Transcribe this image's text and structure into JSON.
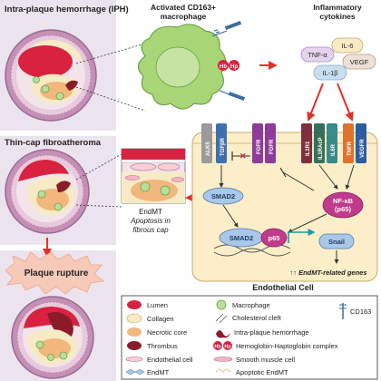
{
  "panels": {
    "iph_title": "Intra-plaque hemorrhage (IPH)",
    "tcfa_title": "Thin-cap fibroatheroma",
    "rupture_title": "Plaque rupture"
  },
  "macrophage": {
    "title_line1": "Activated CD163+",
    "title_line2": "macrophage",
    "hb": "Hb",
    "hp": "Hp"
  },
  "cytokines": {
    "title_line1": "Inflammatory",
    "title_line2": "cytokines",
    "items": [
      "IL-6",
      "TNF-α",
      "VEGF",
      "IL-1β"
    ]
  },
  "endmt": {
    "line1": "EndMT",
    "line2": "Apoptosis in",
    "line3": "fibrous cap"
  },
  "receptors": [
    "ALK5",
    "TGFβR",
    "FGFR",
    "FGFR",
    "IL1R1",
    "IL1RAcP",
    "IL6R",
    "TNFR",
    "VEGFR"
  ],
  "signaling": {
    "smad2_top": "SMAD2",
    "smad2_bottom": "SMAD2",
    "p65": "p65",
    "nfkb_line1": "NF-κB",
    "nfkb_line2": "(p65)",
    "snail": "Snail",
    "genes": "↑↑ EndMT-related genes"
  },
  "cell_label": "Endothelial Cell",
  "legend": {
    "lumen": "Lumen",
    "collagen": "Collagen",
    "necrotic": "Necrotic core",
    "thrombus": "Thrombus",
    "endothelial": "Endothelial cell",
    "endmt": "EndMT",
    "macrophage": "Macrophage",
    "cholesterol": "Cholesterol cleft",
    "iph": "Intra-plaque hemorrhage",
    "hbhp": "Hemoglobin-Haptoglobin complex",
    "smc": "Smooth muscle cell",
    "apoptotic": "Apoptotic EndMT",
    "cd163": "CD163",
    "hb": "Hb",
    "hp": "Hp"
  },
  "colors": {
    "panel_bg": "#ebe4ee",
    "lumen": "#d8223f",
    "collagen": "#f6ebc4",
    "necrotic": "#f1b77d",
    "arrow_red": "#e4312b",
    "cell_bg": "#fbeec8",
    "smad": "#a9c8e8",
    "p65": "#c23a8c",
    "teal": "#1a9aa7"
  }
}
